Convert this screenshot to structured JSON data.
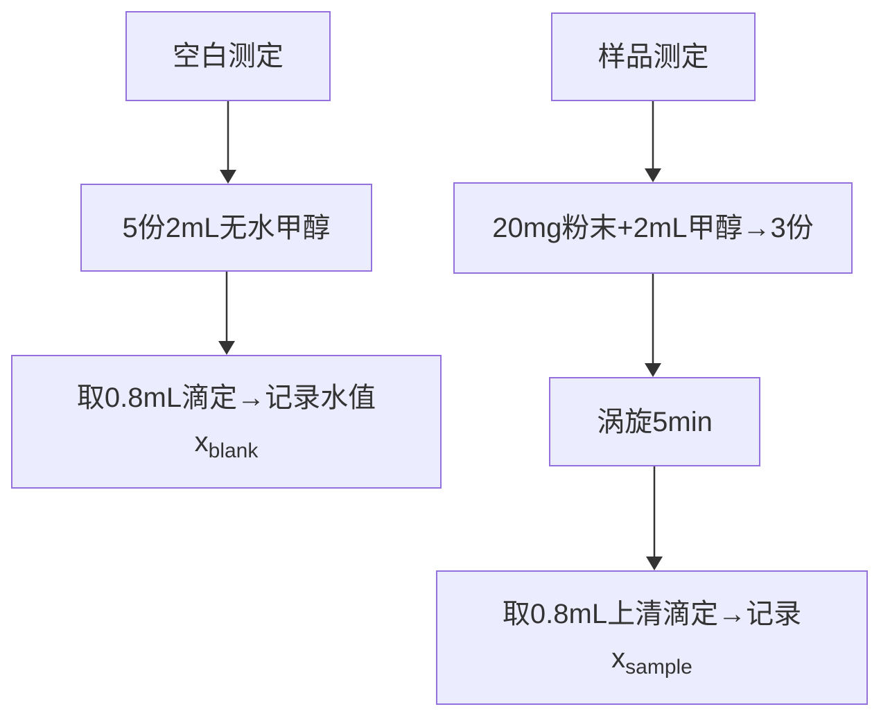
{
  "diagram": {
    "type": "flowchart",
    "direction": "top-down",
    "colors": {
      "node_fill": "#ECECFF",
      "node_border": "#9370DB",
      "arrow": "#333333",
      "text": "#333333",
      "background": "#ffffff"
    },
    "columns": [
      {
        "id": "blank",
        "nodes": [
          {
            "label": "空白测定"
          },
          {
            "label": "5份2mL无水甲醇"
          },
          {
            "label": "取0.8mL滴定→记录水值",
            "result_base": "x",
            "result_sub": "blank"
          }
        ]
      },
      {
        "id": "sample",
        "nodes": [
          {
            "label": "样品测定"
          },
          {
            "label": "20mg粉末+2mL甲醇→3份"
          },
          {
            "label": "涡旋5min"
          },
          {
            "label": "取0.8mL上清滴定→记录",
            "result_base": "x",
            "result_sub": "sample"
          }
        ]
      }
    ]
  }
}
